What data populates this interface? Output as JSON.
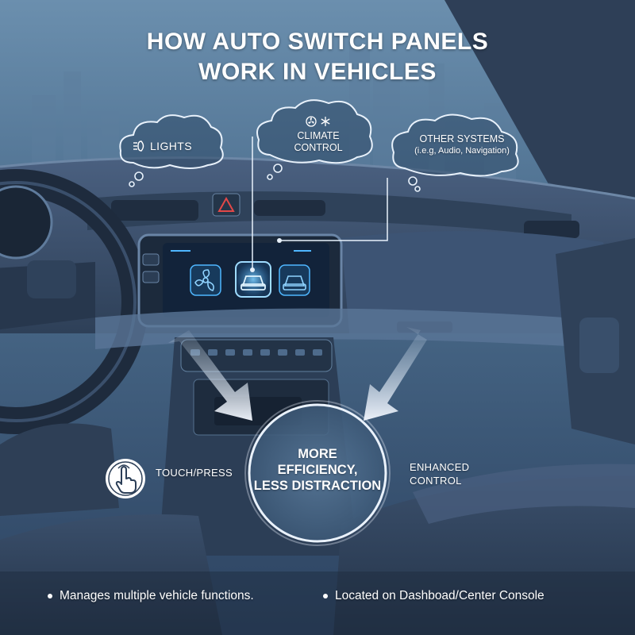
{
  "title": {
    "line1": "HOW AUTO SWITCH PANELS",
    "line2": "WORK IN VEHICLES"
  },
  "clouds": {
    "lights": {
      "label": "LIGHTS",
      "icon": "headlight-icon"
    },
    "climate": {
      "line1": "CLIMATE",
      "line2": "CONTROL",
      "icons": [
        "fan-icon",
        "snowflake-icon"
      ]
    },
    "other": {
      "line1": "OTHER SYSTEMS",
      "line2": "(i.e.g, Audio, Navigation)"
    }
  },
  "screen": {
    "buttons": [
      "fan-icon",
      "car-icon",
      "car-icon"
    ]
  },
  "center": {
    "line1": "MORE",
    "line2": "EFFICIENCY,",
    "line3": "LESS DISTRACTION"
  },
  "touch": {
    "label": "TOUCH/PRESS",
    "icon": "hand-press-icon"
  },
  "enhanced": {
    "line1": "ENHANCED",
    "line2": "CONTROL"
  },
  "bullets": [
    "Manages multiple vehicle functions.",
    "Located on Dashboad/Center Console"
  ],
  "colors": {
    "background": "#2a3b52",
    "dashboard": "#34465f",
    "accent_glow": "#4fb7ff",
    "text": "#ffffff"
  }
}
